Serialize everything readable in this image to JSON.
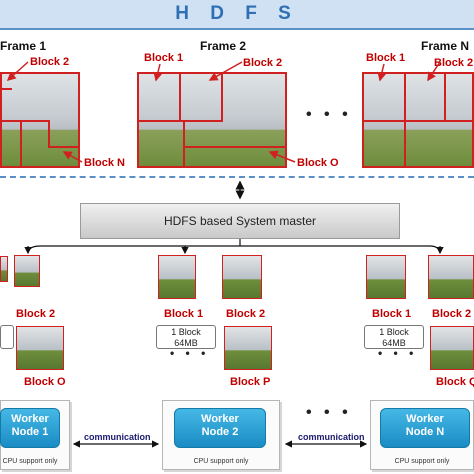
{
  "banner": {
    "title": "H D F S"
  },
  "frames": [
    {
      "label": "Frame 1",
      "block_top": "Block 2",
      "block_bottom": "Block N"
    },
    {
      "label": "Frame 2",
      "block_a": "Block 1",
      "block_b": "Block 2",
      "block_bottom": "Block O"
    },
    {
      "label": "Frame N",
      "block_a": "Block 1",
      "block_b": "Block 2"
    }
  ],
  "ellipsis": "• • •",
  "master": {
    "label": "HDFS based System master"
  },
  "groups": [
    {
      "block_top": "Block 2",
      "block_bottom": "Block  O"
    },
    {
      "block_left": "Block 1",
      "block_right": "Block 2",
      "info_line1": "1 Block",
      "info_line2": "64MB",
      "block_bottom": "Block P"
    },
    {
      "block_left": "Block 1",
      "block_right": "Block 2",
      "info_line1": "1 Block",
      "info_line2": "64MB",
      "block_bottom": "Block Q"
    }
  ],
  "nodes": [
    {
      "line1": "Worker",
      "line2": "Node 1",
      "cpu": "CPU support only"
    },
    {
      "line1": "Worker",
      "line2": "Node 2",
      "cpu": "CPU support only"
    },
    {
      "line1": "Worker",
      "line2": "Node N",
      "cpu": "CPU support only"
    }
  ],
  "communication": [
    "communication",
    "communication"
  ],
  "colors": {
    "accent_red": "#d02020",
    "hdfs_blue": "#2f6fb3",
    "node_blue": "#1a8cc4"
  }
}
